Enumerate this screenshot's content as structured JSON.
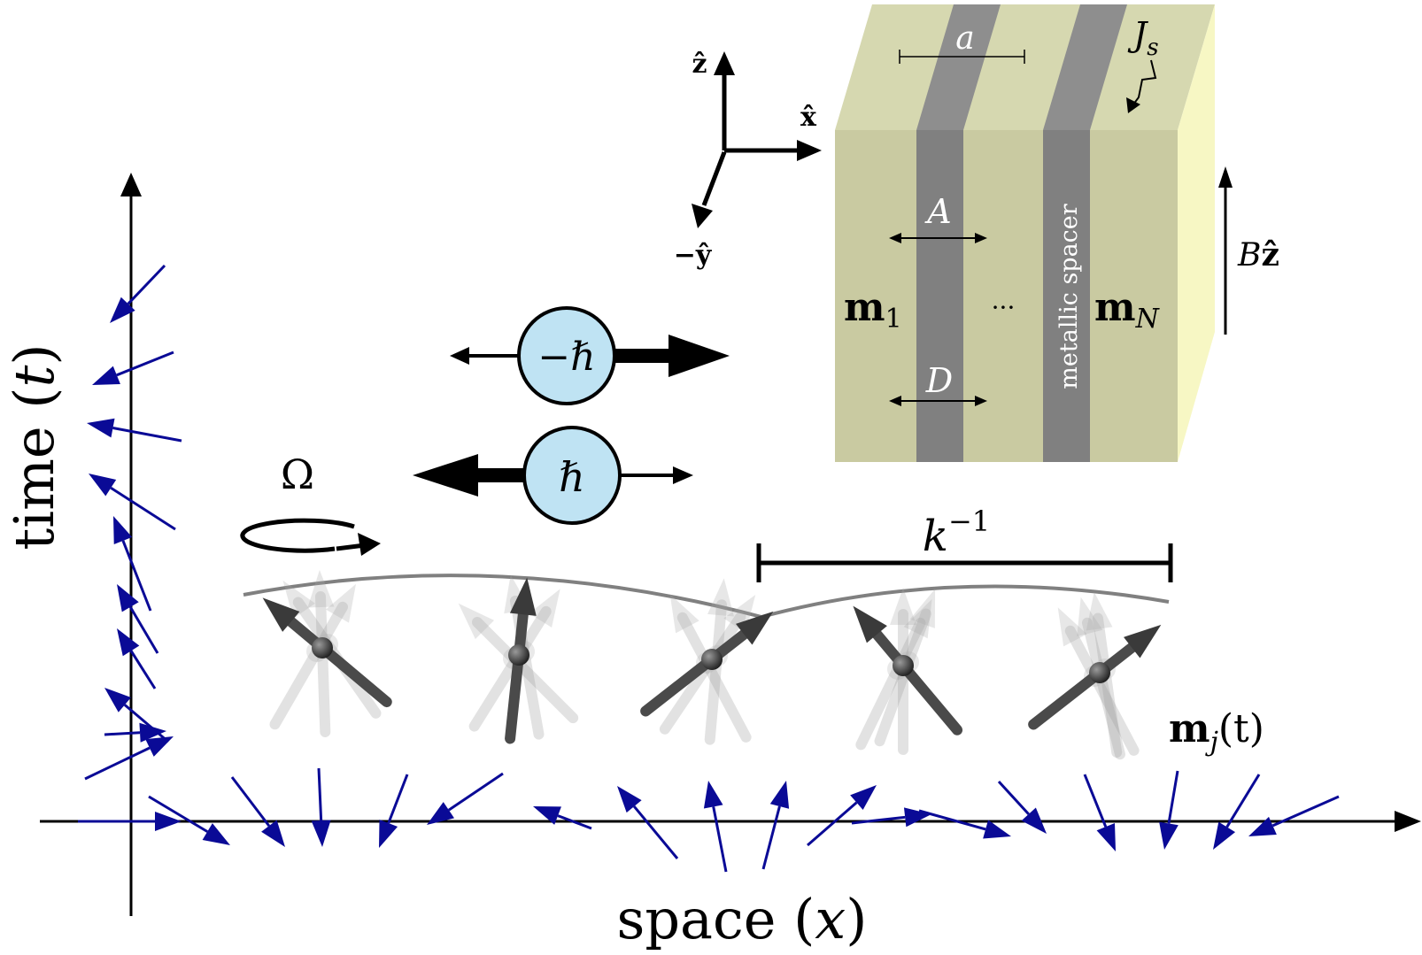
{
  "axes": {
    "time_label": "time (",
    "time_var": "t",
    "time_close": ")",
    "space_label": "space (",
    "space_var": "x",
    "space_close": ")"
  },
  "coords": {
    "z": "ẑ",
    "x": "x̂",
    "neg_y": "−ŷ"
  },
  "stack": {
    "layer_width": "a",
    "coupling": "J",
    "coupling_sub": "s",
    "A_label": "A",
    "D_label": "D",
    "m_first": "m",
    "m_first_sub": "1",
    "ellipsis": "···",
    "spacer_label": "metallic spacer",
    "m_last": "m",
    "m_last_sub": "N",
    "field": "B",
    "field_dir": "ẑ"
  },
  "magnons": {
    "minus_hbar": "−ℏ",
    "plus_hbar": "ℏ"
  },
  "precession": "Ω",
  "wavelength": {
    "base": "k",
    "exponent": "−1"
  },
  "moment": {
    "base": "m",
    "sub": "j",
    "arg": "(t)"
  },
  "colors": {
    "field_arrows": "#0a0a96",
    "layer_light": "#c9caa1",
    "layer_top": "#d6d8b0",
    "layer_side": "#f7f7c4",
    "spacer_dark": "#808080",
    "magnon_fill": "#bfe3f3",
    "spin_dark": "#3a3a3a"
  }
}
